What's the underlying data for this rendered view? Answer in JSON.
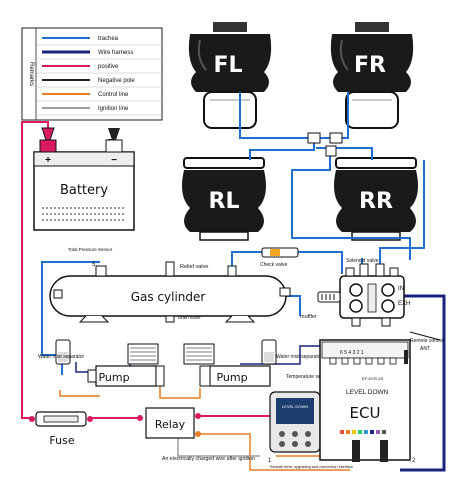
{
  "remarks": {
    "title": "Remarks",
    "items": [
      {
        "label": "trachea",
        "color": "#1e6fd0"
      },
      {
        "label": "Wire harness",
        "color": "#1a237e"
      },
      {
        "label": "positive",
        "color": "#d81b60"
      },
      {
        "label": "Negative pole",
        "color": "#222222"
      },
      {
        "label": "Control line",
        "color": "#e67e22"
      },
      {
        "label": "Ignition line",
        "color": "#9e9e9e"
      }
    ]
  },
  "air_springs": {
    "fl": "FL",
    "fr": "FR",
    "rl": "RL",
    "rr": "RR"
  },
  "battery": {
    "label": "Battery",
    "plus": "+",
    "minus": "−"
  },
  "tank": {
    "label": "Gas cylinder",
    "pressure_sensor": "Total Pressure Sensor",
    "relief_valve": "Relief valve",
    "drain_valve": "Drain valve",
    "sensor_num": "5"
  },
  "check_valve": "Check valve",
  "solenoid_valve": "Solenoid valve",
  "in_label": "IN",
  "exh_label": "EXH",
  "muffler": "muffler",
  "water_sep_left": "Water mist separator",
  "water_sep_right": "Water mist separator",
  "pump_left": "Pump",
  "pump_right": "Pump",
  "temp_sensor": "Temperature sensor",
  "remote": {
    "screen_text": "LEVEL DOWN",
    "brand": "LEVEL DOWN"
  },
  "ecu": {
    "label": "ECU",
    "sub": "LEVEL DOWN",
    "model": "EF-ECR-2S",
    "pins": "6 5 4 3 2 1"
  },
  "remote_control": "Remote control",
  "ant": "ANT",
  "relay": "Relay",
  "fuse": "Fuse",
  "ignition_note": "An electrically charged wire after ignition",
  "remote_note": "Remote timer upgrading and connection interface",
  "num1": "1",
  "num2": "2"
}
